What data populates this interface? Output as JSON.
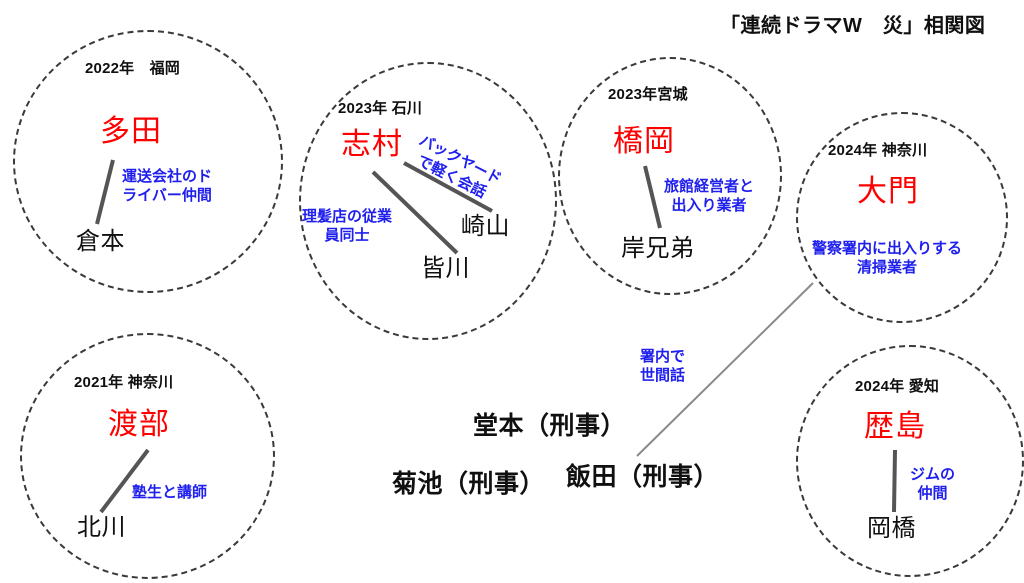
{
  "title": "「連続ドラマW　災」相関図",
  "groups": [
    {
      "id": "fukuoka-2022",
      "year_place": "2022年　福岡",
      "main": "多田",
      "sub": "倉本",
      "relation": "運送会社のド\nライバー仲間"
    },
    {
      "id": "ishikawa-2023",
      "year_place": "2023年 石川",
      "main": "志村",
      "sub1": "崎山",
      "sub2": "皆川",
      "relation1": "バックヤード\nで軽く会話",
      "relation2": "理髪店の従業\n員同士"
    },
    {
      "id": "miyagi-2023",
      "year_place": "2023年宮城",
      "main": "橋岡",
      "sub": "岸兄弟",
      "relation": "旅館経営者と\n出入り業者"
    },
    {
      "id": "kanagawa-2024",
      "year_place": "2024年 神奈川",
      "main": "大門",
      "relation": "警察署内に出入りする\n清掃業者"
    },
    {
      "id": "kanagawa-2021",
      "year_place": "2021年 神奈川",
      "main": "渡部",
      "sub": "北川",
      "relation": "塾生と講師"
    },
    {
      "id": "aichi-2024",
      "year_place": "2024年 愛知",
      "main": "歴島",
      "sub": "岡橋",
      "relation": "ジムの\n仲間"
    }
  ],
  "detectives": [
    {
      "id": "domoto",
      "name": "堂本（刑事）"
    },
    {
      "id": "kikuchi",
      "name": "菊池（刑事）"
    },
    {
      "id": "iida",
      "name": "飯田（刑事）"
    }
  ],
  "cross_relation": {
    "label": "署内で\n世間話",
    "from": "飯田（刑事）",
    "to": "大門"
  },
  "colors": {
    "main_name": "#ff0000",
    "sub_name": "#101010",
    "relation": "#2020ee",
    "circle_stroke": "#3a3a3a",
    "edge_stroke": "#555555",
    "cross_edge_stroke": "#8a8a8a",
    "background": "#ffffff"
  }
}
